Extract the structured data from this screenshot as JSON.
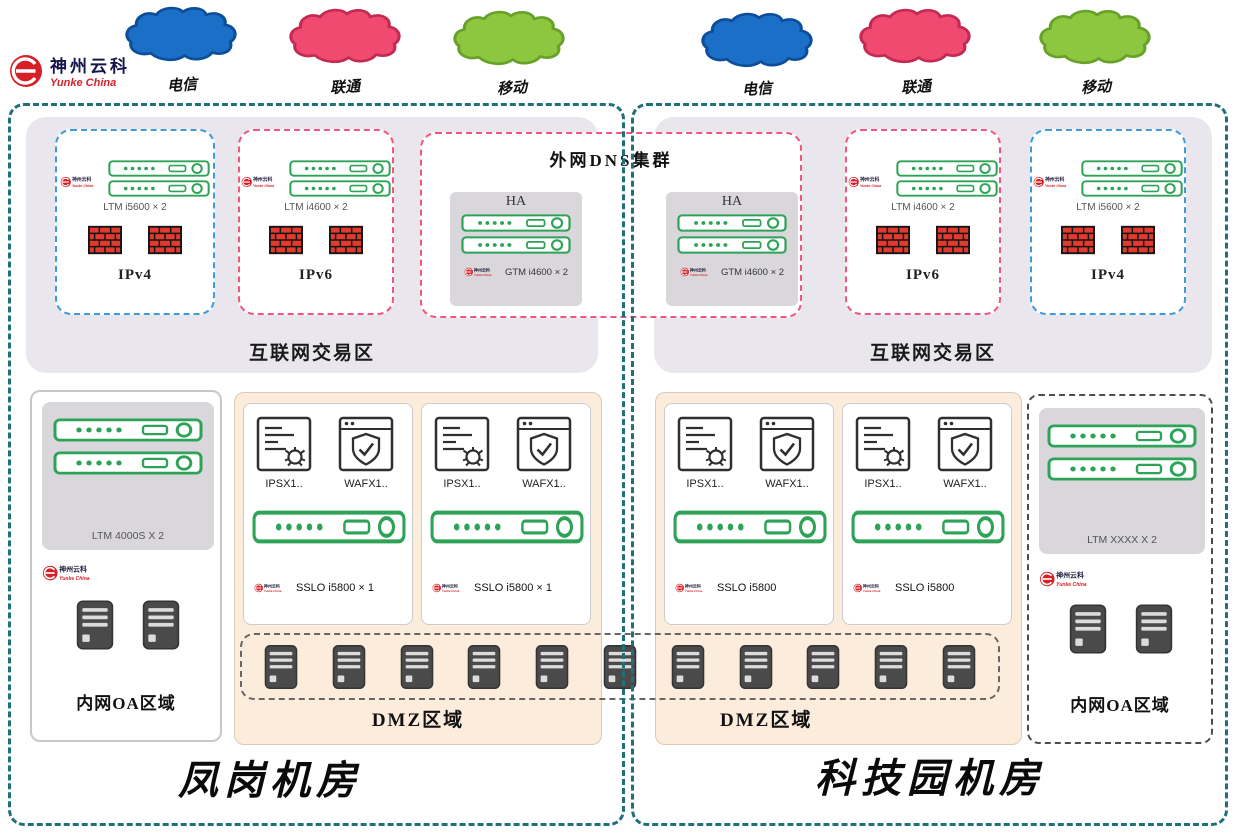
{
  "header": {
    "logo_title": "神州云科",
    "logo_subtitle": "Yunke China"
  },
  "clouds": [
    {
      "label": "电信",
      "fill": "#1c6fc6",
      "stroke": "#0d4e9b"
    },
    {
      "label": "联通",
      "fill": "#f04a70",
      "stroke": "#c22a52"
    },
    {
      "label": "移动",
      "fill": "#8dc63f",
      "stroke": "#67a12a"
    },
    {
      "label": "电信",
      "fill": "#1c6fc6",
      "stroke": "#0d4e9b"
    },
    {
      "label": "联通",
      "fill": "#f04a70",
      "stroke": "#c22a52"
    },
    {
      "label": "移动",
      "fill": "#8dc63f",
      "stroke": "#67a12a"
    }
  ],
  "colors": {
    "frame_teal": "#20707b",
    "zone_gray": "#e9e7ed",
    "dmz_peach": "#fcecdb",
    "ha_gray": "#d9d7db",
    "device_green": "#2ea358",
    "firewall_red": "#e23a2c",
    "brand_red": "#d61f26",
    "ipv4_blue": "#3f9bd8",
    "ipv6_pink": "#f2557d"
  },
  "dns_cluster": {
    "title": "外网DNS集群",
    "ha": [
      {
        "label": "HA",
        "device": "GTM i4600 × 2"
      },
      {
        "label": "HA",
        "device": "GTM i4600 × 2"
      }
    ]
  },
  "left_dc": {
    "name": "凤岗机房",
    "internet_zone": {
      "label": "互联网交易区",
      "ipv4": {
        "device": "LTM i5600 × 2",
        "zone": "IPv4"
      },
      "ipv6": {
        "device": "LTM i4600 × 2",
        "zone": "IPv6"
      }
    },
    "oa_zone": {
      "device": "LTM 4000S X 2",
      "label": "内网OA区域"
    },
    "dmz": {
      "label": "DMZ区域",
      "stacks": [
        {
          "ips": "IPSX1..",
          "waf": "WAFX1..",
          "sslo": "SSLO i5800 × 1"
        },
        {
          "ips": "IPSX1..",
          "waf": "WAFX1..",
          "sslo": "SSLO i5800 × 1"
        }
      ]
    }
  },
  "right_dc": {
    "name": "科技园机房",
    "internet_zone": {
      "label": "互联网交易区",
      "ipv6": {
        "device": "LTM i4600 × 2",
        "zone": "IPv6"
      },
      "ipv4": {
        "device": "LTM i5600 × 2",
        "zone": "IPv4"
      }
    },
    "dmz": {
      "label": "DMZ区域",
      "stacks": [
        {
          "ips": "IPSX1..",
          "waf": "WAFX1..",
          "sslo": "SSLO i5800"
        },
        {
          "ips": "IPSX1..",
          "waf": "WAFX1..",
          "sslo": "SSLO i5800"
        }
      ]
    },
    "oa_zone": {
      "device": "LTM XXXX X 2",
      "label": "内网OA区域"
    }
  }
}
